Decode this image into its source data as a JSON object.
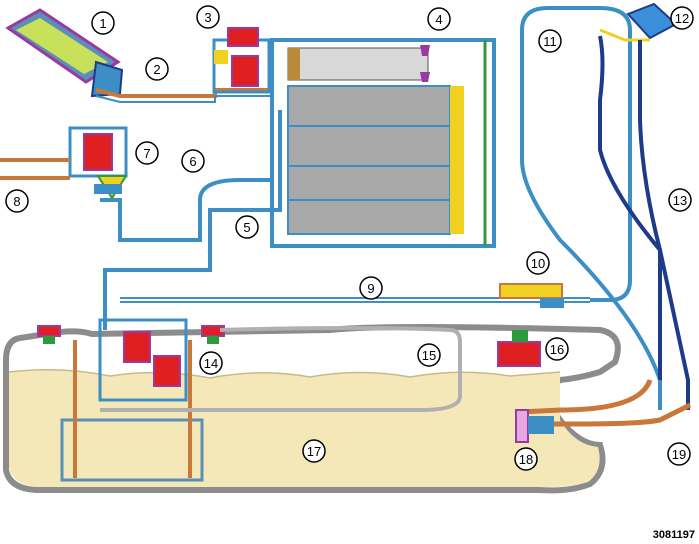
{
  "figure_id": "3081197",
  "callouts": [
    "1",
    "2",
    "3",
    "4",
    "5",
    "6",
    "7",
    "8",
    "9",
    "10",
    "11",
    "12",
    "13",
    "14",
    "15",
    "16",
    "17",
    "18",
    "19"
  ],
  "colors": {
    "fuel_liquid": "#f4e8b8",
    "tank_outline": "#8c8c8c",
    "pipe_blue": "#3b8fc4",
    "pipe_navy": "#1e3a8a",
    "pipe_orange": "#c8783a",
    "pipe_green": "#2e9a3e",
    "pipe_purple": "#9a3aa0",
    "component_red": "#e02020",
    "component_yellow": "#f0d020",
    "canister_gray": "#a8a8a8",
    "cap_blue": "#3a8fd8"
  }
}
